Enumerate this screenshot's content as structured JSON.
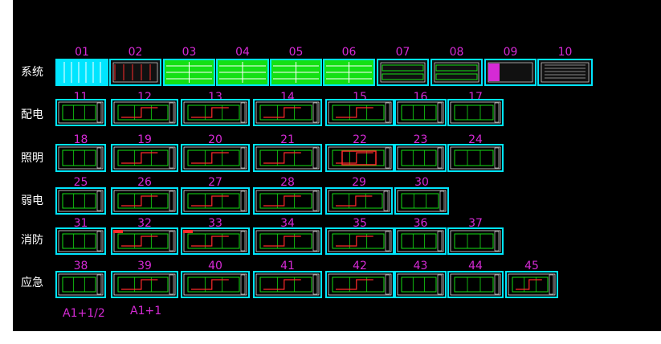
{
  "colors": {
    "background": "#000000",
    "frame": "#00e5ff",
    "number_label": "#d52ad5",
    "row_label": "#ffffff",
    "green_sheet": "#14e014",
    "red_detail": "#ff2a2a",
    "white_edge": "#ffffff"
  },
  "rows": [
    {
      "label": "系统",
      "sheets": [
        "01",
        "02",
        "03",
        "04",
        "05",
        "06",
        "07",
        "08",
        "09",
        "10"
      ]
    },
    {
      "label": "配电",
      "sheets": [
        "11",
        "12",
        "13",
        "14",
        "15",
        "16",
        "17"
      ]
    },
    {
      "label": "照明",
      "sheets": [
        "18",
        "19",
        "20",
        "21",
        "22",
        "23",
        "24"
      ]
    },
    {
      "label": "弱电",
      "sheets": [
        "25",
        "26",
        "27",
        "28",
        "29",
        "30"
      ]
    },
    {
      "label": "消防",
      "sheets": [
        "31",
        "32",
        "33",
        "34",
        "35",
        "36",
        "37"
      ]
    },
    {
      "label": "应急",
      "sheets": [
        "38",
        "39",
        "40",
        "41",
        "42",
        "43",
        "44",
        "45"
      ]
    }
  ],
  "size_notes": [
    "A1+1/2",
    "A1+1"
  ]
}
